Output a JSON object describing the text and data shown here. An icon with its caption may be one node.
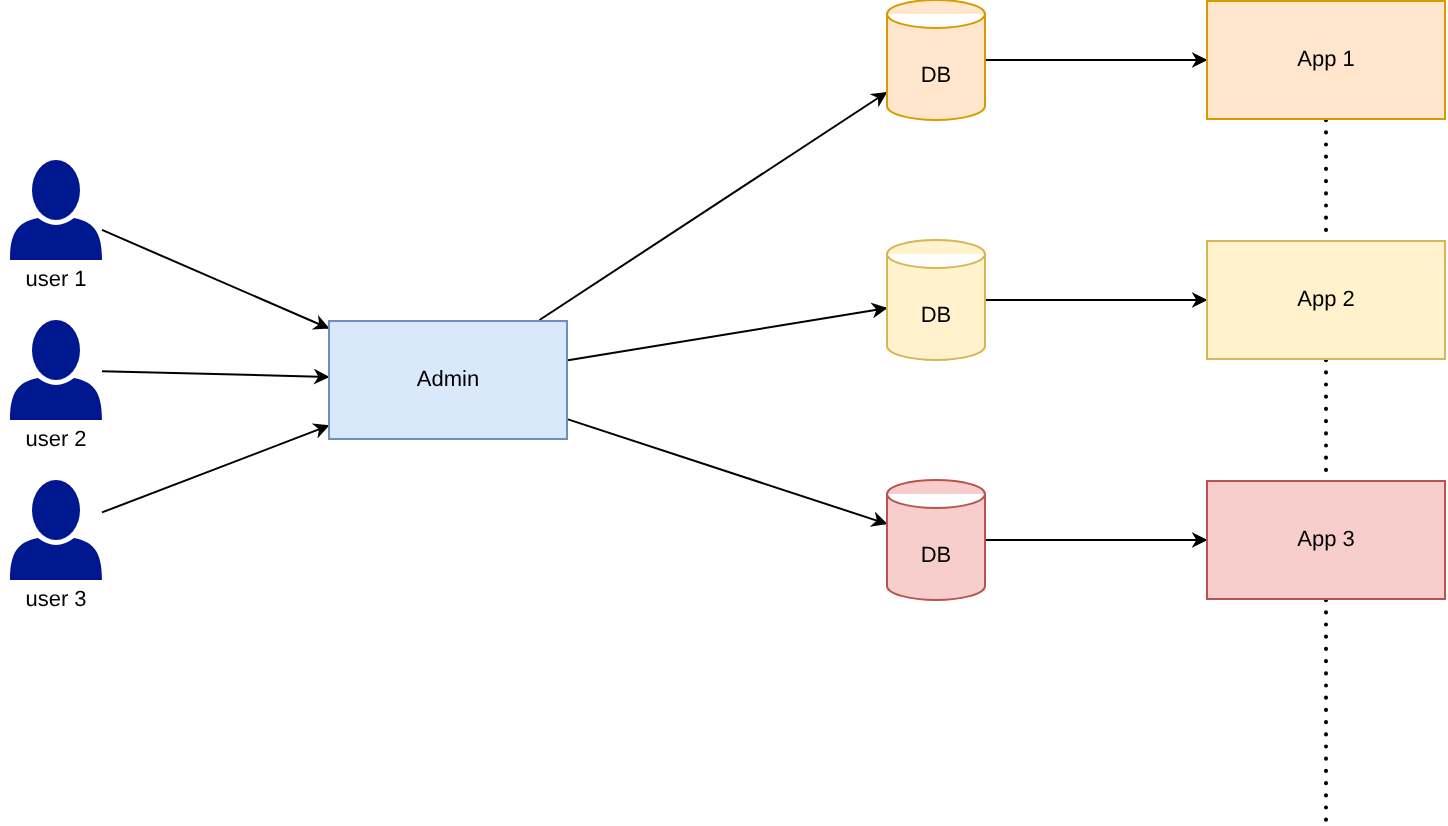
{
  "diagram": {
    "nodes": [
      {
        "text": [],
        "shape": "person",
        "beside": [
          "user 1"
        ]
      },
      {
        "text": [],
        "shape": "person",
        "beside": [
          "user 2"
        ]
      },
      {
        "text": [],
        "shape": "person",
        "beside": [
          "user 3"
        ]
      },
      {
        "text": [
          "Admin"
        ]
      },
      {
        "text": [
          "DB"
        ]
      },
      {
        "text": [
          "DB"
        ]
      },
      {
        "text": [
          "DB"
        ]
      },
      {
        "text": [
          "App 1"
        ]
      },
      {
        "text": [
          "App 2"
        ]
      },
      {
        "text": [
          "App 3"
        ]
      }
    ],
    "edges": [
      {
        "from": 0,
        "to": 3,
        "arrow": "to"
      },
      {
        "from": 1,
        "to": 3,
        "arrow": "to"
      },
      {
        "from": 2,
        "to": 3,
        "arrow": "to"
      },
      {
        "from": 3,
        "to": 4,
        "arrow": "to"
      },
      {
        "from": 3,
        "to": 5,
        "arrow": "to"
      },
      {
        "from": 3,
        "to": 6,
        "arrow": "to"
      },
      {
        "from": 4,
        "to": 7,
        "arrow": "to"
      },
      {
        "from": 5,
        "to": 8,
        "arrow": "to"
      },
      {
        "from": 6,
        "to": 9,
        "arrow": "to"
      },
      {
        "from": 7,
        "to": 8,
        "arrow": "none",
        "style": "dashed"
      },
      {
        "from": 8,
        "to": 9,
        "arrow": "none",
        "style": "dashed"
      },
      {
        "from": 9,
        "to": null,
        "arrow": "none",
        "style": "dashed"
      }
    ]
  }
}
